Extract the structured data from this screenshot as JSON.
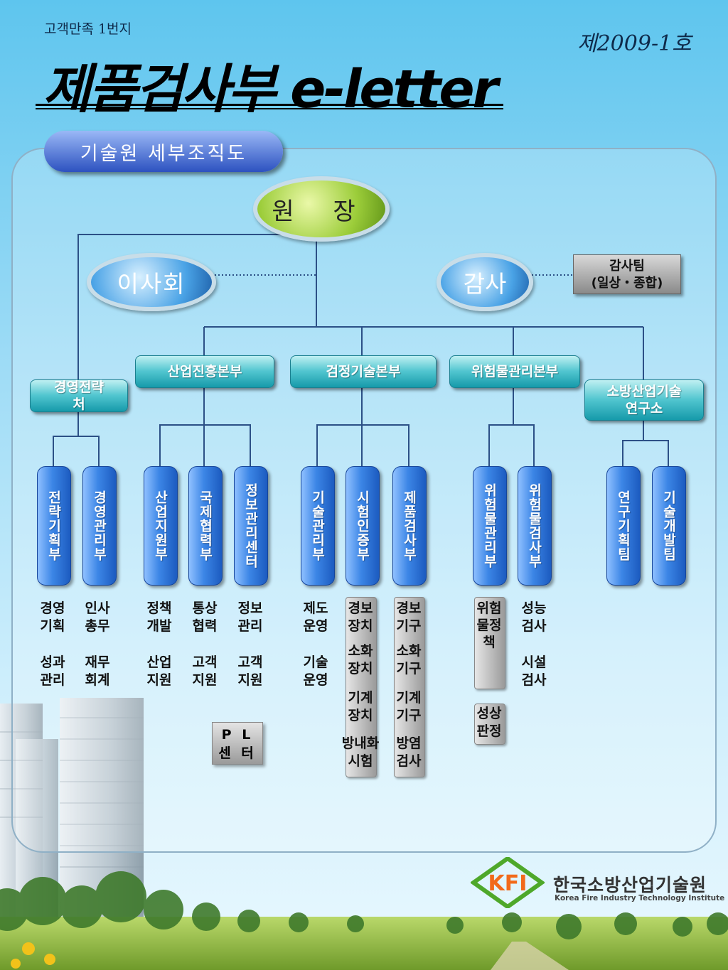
{
  "header": {
    "subtitle": "고객만족 1번지",
    "issue": "제2009-1호",
    "title": "제품검사부 e-letter"
  },
  "section_tag": "기술원 세부조직도",
  "chief": "원 장",
  "board": "이사회",
  "audit": "감사",
  "audit_team": {
    "line1": "감사팀",
    "line2": "(일상・종합)"
  },
  "divisions": {
    "strategy": {
      "line1": "경영전략",
      "line2": "처"
    },
    "industry": "산업진흥본부",
    "tech": "검정기술본부",
    "hazmat": "위험물관리본부",
    "research": {
      "line1": "소방산업기술",
      "line2": "연구소"
    }
  },
  "departments": [
    "전략기획부",
    "경영관리부",
    "산업지원부",
    "국제협력부",
    "정보관리센터",
    "기술관리부",
    "시험인증부",
    "제품검사부",
    "위험물관리부",
    "위험물검사부",
    "연구기획팀",
    "기술개발팀"
  ],
  "duties": {
    "d0": [
      "경영 기획",
      "성과 관리"
    ],
    "d1": [
      "인사 총무",
      "재무 회계"
    ],
    "d2": [
      "정책 개발",
      "산업 지원"
    ],
    "d3": [
      "통상 협력",
      "고객 지원"
    ],
    "d4": [
      "정보 관리",
      "고객 지원"
    ],
    "d5": [
      "제도 운영",
      "기술 운영"
    ],
    "d6": [
      "경보 장치",
      "소화 장치",
      "기계 장치",
      "방내화 시험"
    ],
    "d7": [
      "경보 기구",
      "소화 기구",
      "기계 기구",
      "방염 검사"
    ],
    "d8a": "위험물정책",
    "d8b": "성상 판정",
    "d9": [
      "성능 검사",
      "시설 검사"
    ]
  },
  "pl_center": {
    "line1": "P L",
    "line2": "센 터"
  },
  "logo": {
    "mark": "KFI",
    "korean": "한국소방산업기술원",
    "english": "Korea Fire Industry Technology Institute"
  },
  "colors": {
    "sky_top": "#5ec5ee",
    "division": "#169aaa",
    "department": "#1c5bc0",
    "chief": "#9ccd3a",
    "board": "#4aa3e6",
    "connector": "#2c5086",
    "logo_orange": "#f26a1b",
    "logo_green": "#4ea82a"
  }
}
